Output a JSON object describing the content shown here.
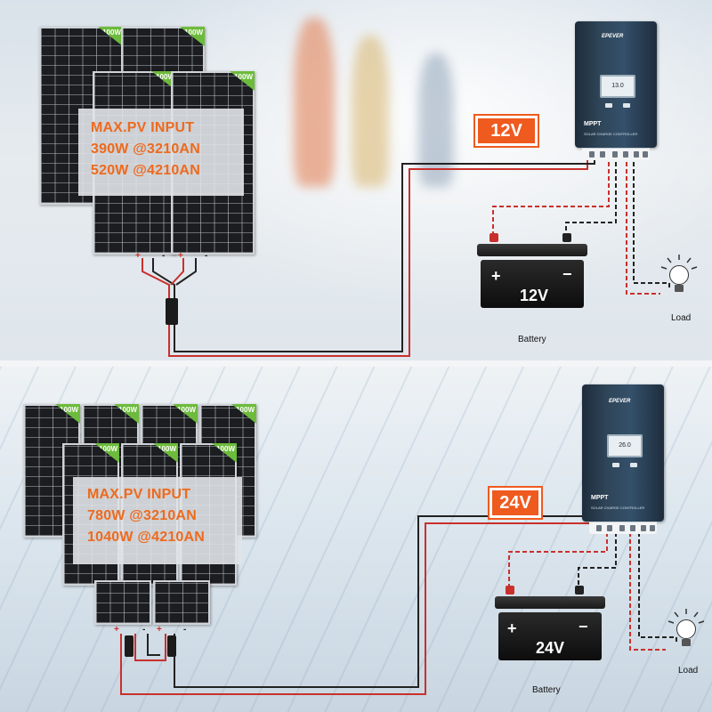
{
  "systems": [
    {
      "panel_watt_label": "100W",
      "info": [
        "MAX.PV INPUT",
        "390W @3210AN",
        "520W @4210AN"
      ],
      "voltage": "12V",
      "battery_voltage": "12V",
      "battery_caption": "Battery",
      "load_caption": "Load",
      "controller": {
        "brand": "EPEVER",
        "model": "MPPT",
        "subtitle": "SOLAR CHARGE CONTROLLER",
        "lcd": "13.0"
      }
    },
    {
      "panel_watt_label": "100W",
      "info": [
        "MAX.PV INPUT",
        "780W @3210AN",
        "1040W @4210AN"
      ],
      "voltage": "24V",
      "battery_voltage": "24V",
      "battery_caption": "Battery",
      "load_caption": "Load",
      "controller": {
        "brand": "EPEVER",
        "model": "MPPT",
        "subtitle": "SOLAR CHARGE CONTROLLER",
        "lcd": "26.0"
      }
    }
  ],
  "symbols": {
    "plus": "+",
    "minus": "−",
    "pv_plus": "+",
    "pv_minus": "-"
  },
  "colors": {
    "accent": "#ef5a1f",
    "panel_tag": "#6dbb3c",
    "wire_red": "#c9302c",
    "wire_black": "#222222"
  }
}
